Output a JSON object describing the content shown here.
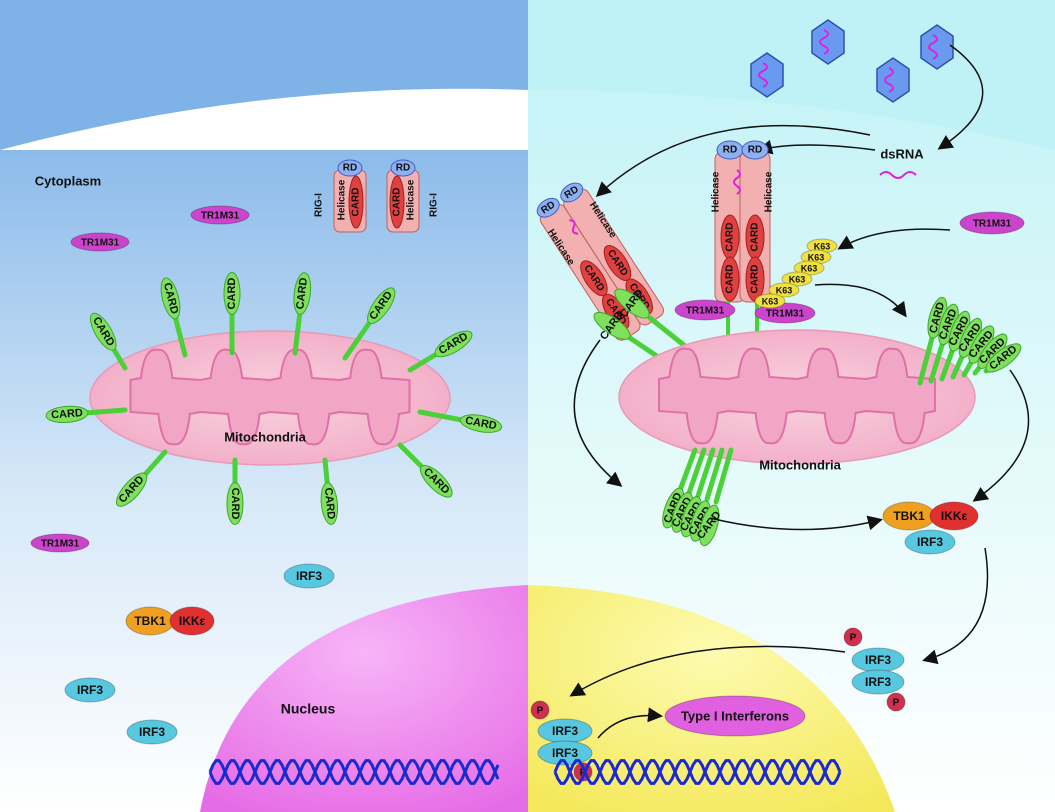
{
  "labels": {
    "cytoplasm": "Cytoplasm",
    "mitochondria": "Mitochondria",
    "nucleus": "Nucleus",
    "dsrna": "dsRNA",
    "rigi": "RIG-I",
    "rd": "RD",
    "helicase": "Helicase",
    "card": "CARD",
    "k63": "K63",
    "trim31": "TR1M31",
    "tbk1": "TBK1",
    "ikke": "IKKε",
    "irf3": "IRF3",
    "p": "P",
    "type1": "Type I Interferons"
  },
  "colors": {
    "left_bg_top": "#7fb3e8",
    "right_bg_top": "#c8f4f6",
    "nucleus_left": "#f08ff0",
    "nucleus_right": "#f8f07a",
    "mito_outer": "#f5bfd0",
    "mito_inner": "#f2a8c8",
    "card_green": "#5fd34a",
    "trim31": "#cc44cc",
    "irf3": "#58c8e0",
    "tbk1": "#f0a020",
    "ikke": "#e03030",
    "phospho": "#d03050",
    "k63": "#f0e040",
    "dna": "#1a2ad0"
  }
}
